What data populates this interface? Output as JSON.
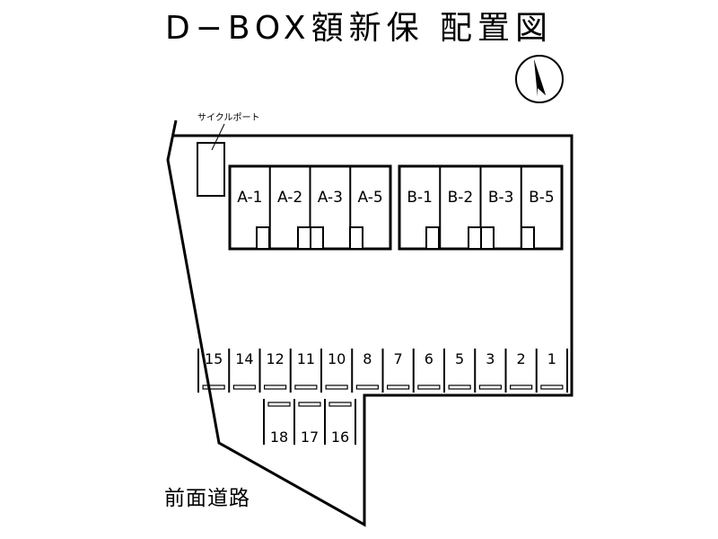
{
  "title": "D−BOX額新保 配置図",
  "road_label": "前面道路",
  "bicycle_port_label": "サイクルポート",
  "compass_icon": "north-arrow-icon",
  "buildings": {
    "A": [
      "A-1",
      "A-2",
      "A-3",
      "A-5"
    ],
    "B": [
      "B-1",
      "B-2",
      "B-3",
      "B-5"
    ]
  },
  "parking_row_1": [
    "15",
    "14",
    "12",
    "11",
    "10",
    "8",
    "7",
    "6",
    "5",
    "3",
    "2",
    "1"
  ],
  "parking_row_2": [
    "18",
    "17",
    "16"
  ]
}
